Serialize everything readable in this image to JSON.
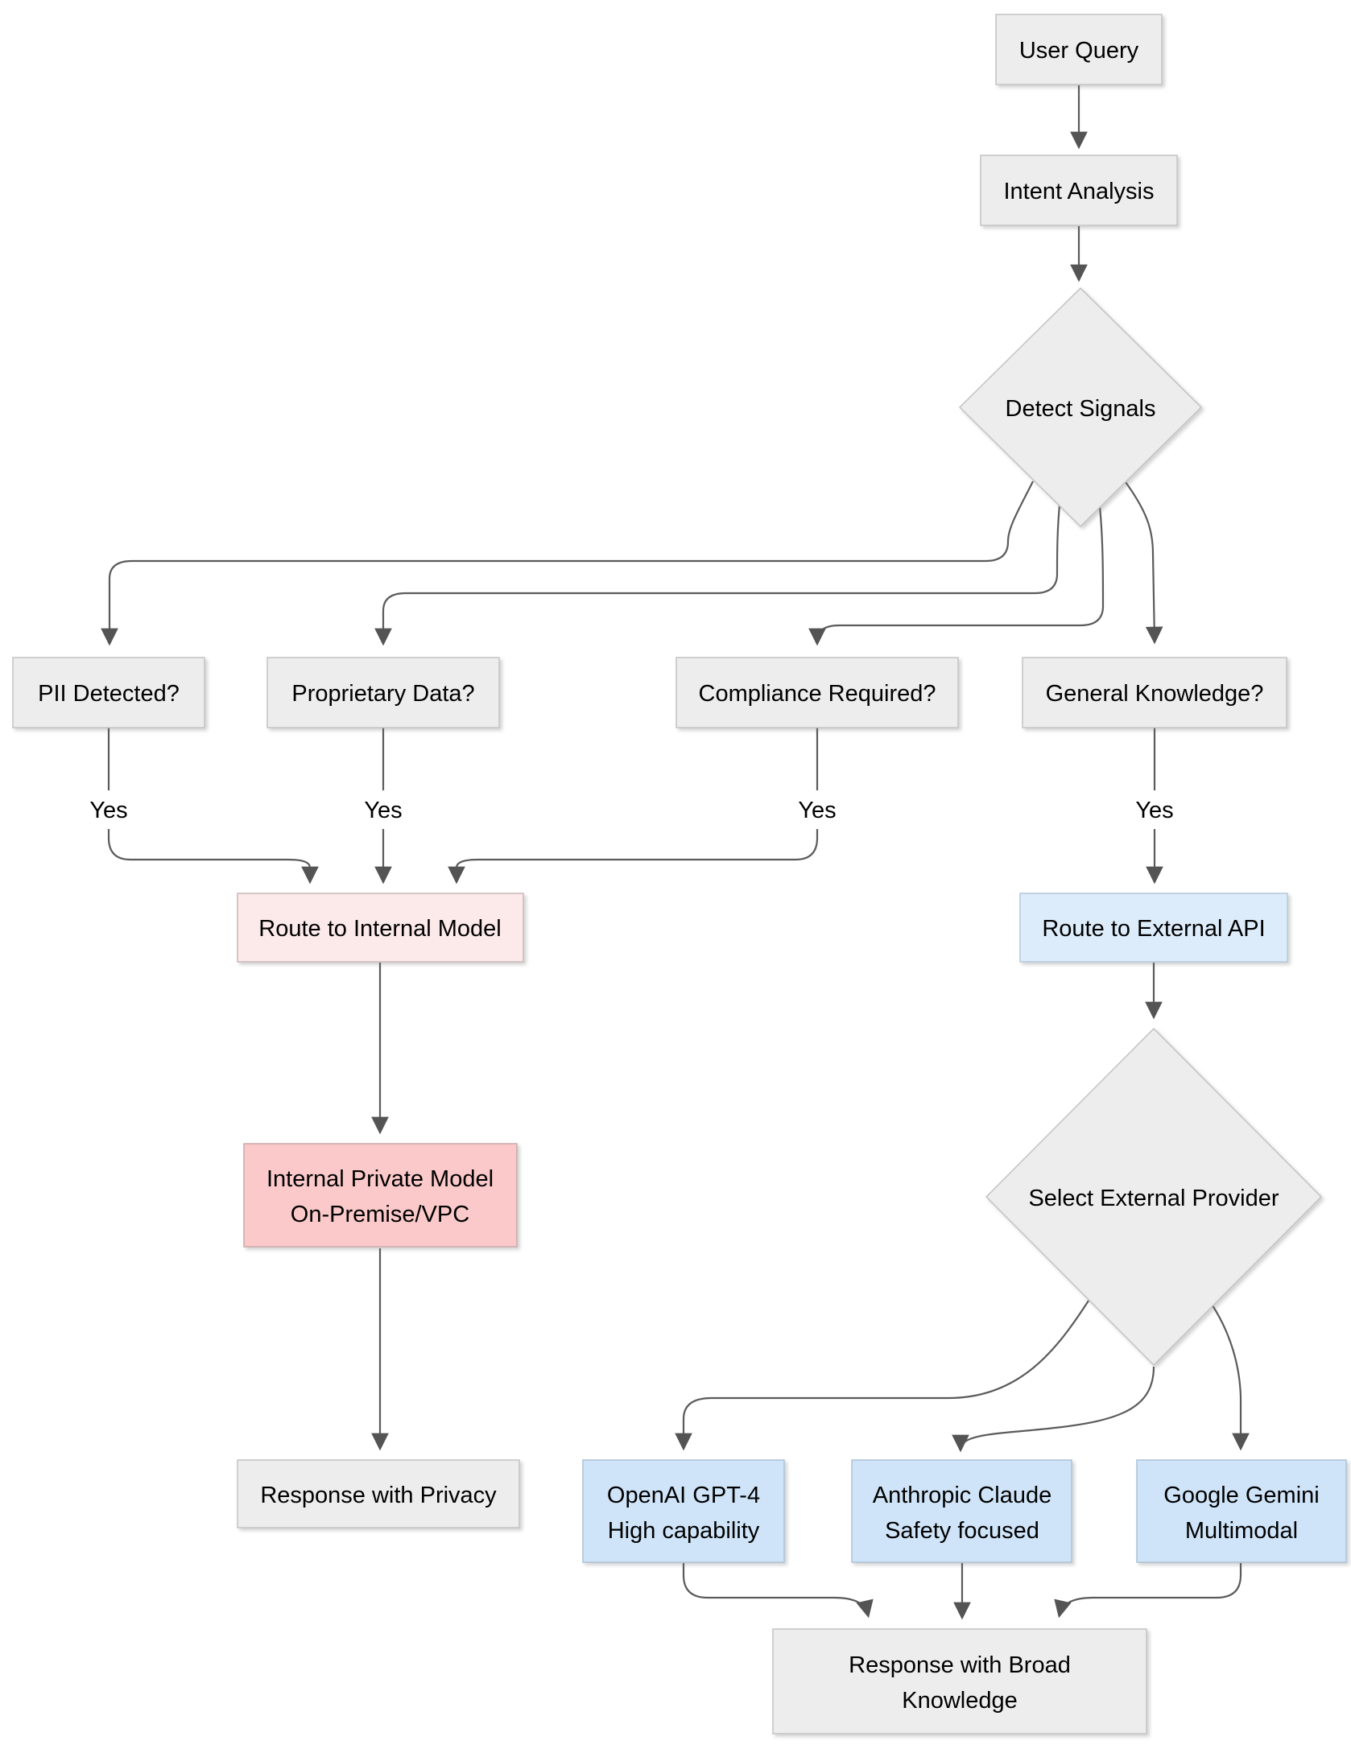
{
  "diagram": {
    "type": "flowchart",
    "nodes": {
      "user_query": {
        "label": "User Query"
      },
      "intent_analysis": {
        "label": "Intent Analysis"
      },
      "detect_signals": {
        "label": "Detect Signals"
      },
      "pii": {
        "label": "PII Detected?"
      },
      "proprietary": {
        "label": "Proprietary Data?"
      },
      "compliance": {
        "label": "Compliance Required?"
      },
      "general": {
        "label": "General Knowledge?"
      },
      "route_internal": {
        "label": "Route to Internal Model"
      },
      "route_external": {
        "label": "Route to External API"
      },
      "internal_model": {
        "line1": "Internal Private Model",
        "line2": "On-Premise/VPC"
      },
      "select_provider": {
        "label": "Select External Provider"
      },
      "response_privacy": {
        "label": "Response with Privacy"
      },
      "openai": {
        "line1": "OpenAI GPT-4",
        "line2": "High capability"
      },
      "anthropic": {
        "line1": "Anthropic Claude",
        "line2": "Safety focused"
      },
      "gemini": {
        "line1": "Google Gemini",
        "line2": "Multimodal"
      },
      "response_broad": {
        "line1": "Response with Broad",
        "line2": "Knowledge"
      }
    },
    "edge_labels": {
      "pii_yes": "Yes",
      "proprietary_yes": "Yes",
      "compliance_yes": "Yes",
      "general_yes": "Yes"
    },
    "colors": {
      "background": "#ffffff",
      "node_gray_fill": "#ededed",
      "node_gray_stroke": "#c6c6c6",
      "internal_route_fill": "#fce9e9",
      "internal_model_fill": "#fbc9c9",
      "external_route_fill": "#ddecfb",
      "provider_fill": "#cfe4f8",
      "edge_stroke": "#5b5b5b",
      "text": "#000000"
    }
  }
}
